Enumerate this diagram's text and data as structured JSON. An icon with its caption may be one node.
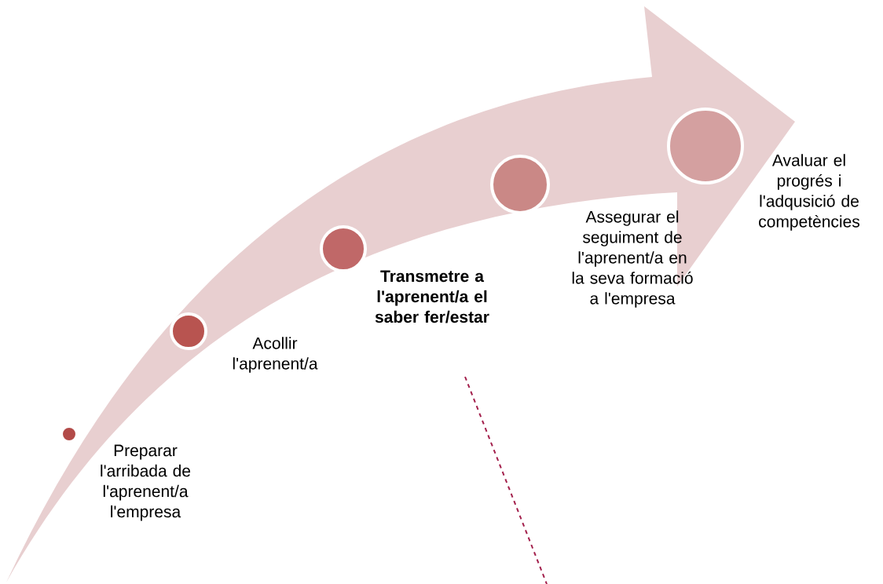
{
  "diagram": {
    "nodes": [
      {
        "text": [],
        "shape": "circle",
        "beside": [
          "Preparar l'arribada de l'aprenent/a l'empresa"
        ]
      },
      {
        "text": [],
        "shape": "circle",
        "beside": [
          "Acollir l'aprenent/a"
        ]
      },
      {
        "text": [],
        "shape": "circle",
        "beside": [
          "Transmetre a l'aprenent/a el saber fer/estar"
        ]
      },
      {
        "text": [],
        "shape": "circle",
        "beside": [
          "Assegurar el seguiment de l'aprenent/a en la seva formació a l'empresa"
        ]
      },
      {
        "text": [],
        "shape": "circle",
        "beside": [
          "Avaluar el progrés i l'adqusició de competències"
        ]
      }
    ]
  }
}
